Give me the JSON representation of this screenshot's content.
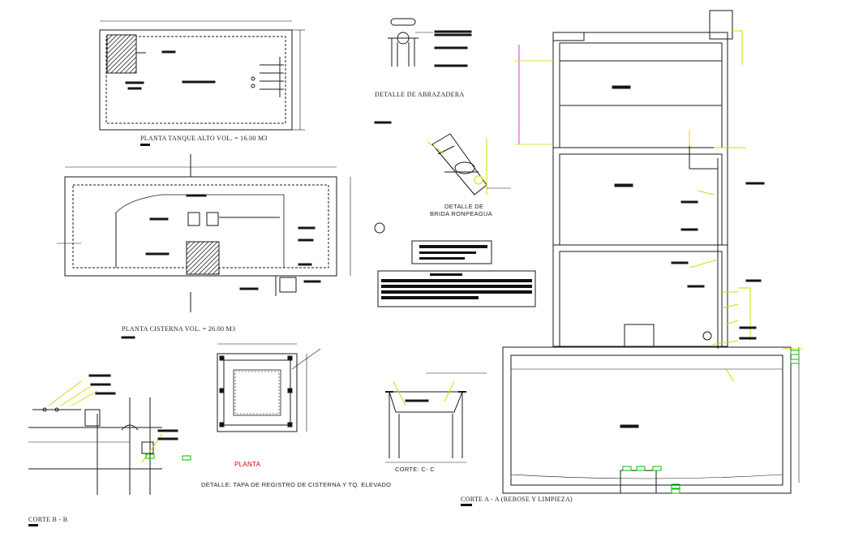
{
  "labels": {
    "planta_tanque": "PLANTA TANQUE ALTO VOL. = 16.00 M3",
    "detalle_abrazadera": "DETALLE DE ABRAZADERA",
    "detalle_brida_1": "DETALLE DE",
    "detalle_brida_2": "BRIDA RONPEAGUA",
    "planta_cisterna": "PLANTA CISTERNA VOL. = 26.00 M3",
    "planta": "PLANTA",
    "detalle_tapa": "DETALLE: TAPA DE REGISTRO DE CISTERNA Y TQ. ELEVADO",
    "corte_cc": "CORTE: C- C",
    "corte_aa": "CORTE A - A (REBOSE Y LIMPIEZA)",
    "corte_bb": "CORTE B - B"
  },
  "colors": {
    "line": "#1a1a1a",
    "leader": "#d8d800",
    "dim_green": "#00c000",
    "magenta": "#e000e0",
    "red_text": "#e00000",
    "hatch": "#222222"
  }
}
